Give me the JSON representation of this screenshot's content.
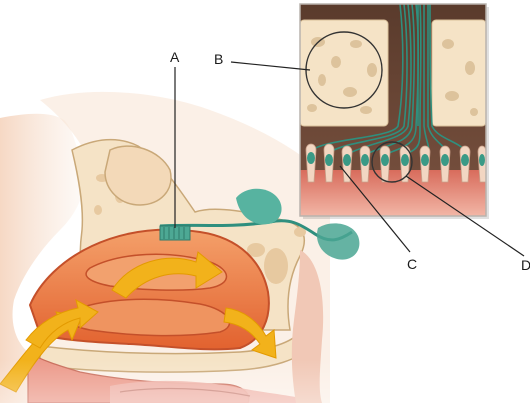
{
  "labels": {
    "a": "A",
    "b": "B",
    "c": "C",
    "d": "D"
  },
  "colors": {
    "skin": "#f3d2bc",
    "bone": "#f5e3c6",
    "bone_edge": "#c9a878",
    "cavity": "#f08a55",
    "cavity_dark": "#d85f32",
    "mucosa": "#e8816a",
    "nerve": "#2f8f7e",
    "nerve_light": "#5fb8a6",
    "bulb": "#57b3a0",
    "airflow": "#f2b21b",
    "inset_border": "#b9b3ad",
    "leader": "#222222"
  },
  "icons": {
    "airflow": "curved-arrow",
    "detail_circles": "magnifier-circle"
  }
}
